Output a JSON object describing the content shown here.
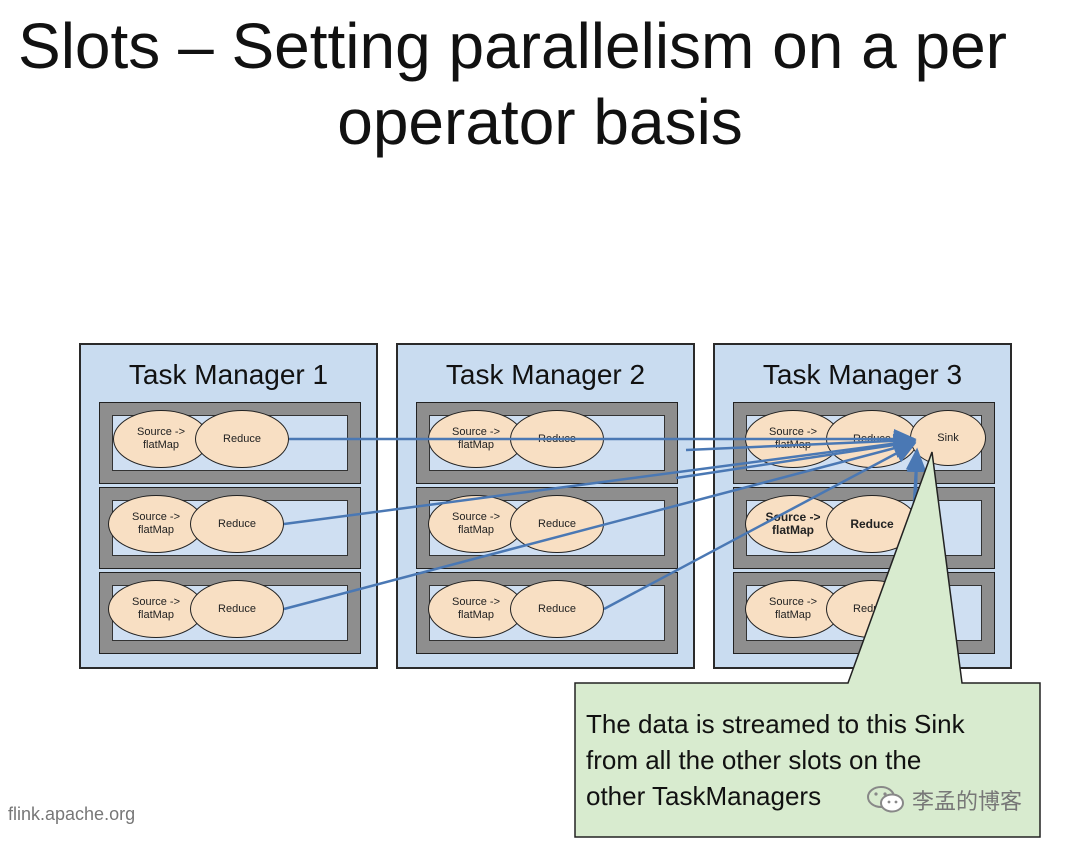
{
  "title": {
    "line1": "Slots – Setting parallelism on a per",
    "line2": "operator basis"
  },
  "task_managers": [
    {
      "label": "Task Manager 1",
      "slots": [
        {
          "ops": [
            {
              "text": "Source -> flatMap"
            },
            {
              "text": "Reduce"
            }
          ]
        },
        {
          "ops": [
            {
              "text": "Source -> flatMap"
            },
            {
              "text": "Reduce"
            }
          ]
        },
        {
          "ops": [
            {
              "text": "Source -> flatMap"
            },
            {
              "text": "Reduce"
            }
          ]
        }
      ]
    },
    {
      "label": "Task Manager 2",
      "slots": [
        {
          "ops": [
            {
              "text": "Source -> flatMap"
            },
            {
              "text": "Reduce"
            }
          ]
        },
        {
          "ops": [
            {
              "text": "Source -> flatMap"
            },
            {
              "text": "Reduce"
            }
          ]
        },
        {
          "ops": [
            {
              "text": "Source -> flatMap"
            },
            {
              "text": "Reduce"
            }
          ]
        }
      ]
    },
    {
      "label": "Task Manager 3",
      "slots": [
        {
          "ops": [
            {
              "text": "Source -> flatMap"
            },
            {
              "text": "Reduce"
            },
            {
              "text": "Sink"
            }
          ]
        },
        {
          "ops": [
            {
              "text": "Source -> flatMap"
            },
            {
              "text": "Reduce"
            }
          ]
        },
        {
          "ops": [
            {
              "text": "Source -> flatMap"
            },
            {
              "text": "Reduce"
            }
          ]
        }
      ]
    }
  ],
  "callout": {
    "line1": "The data is streamed to this Sink",
    "line2": "from all the other slots on the",
    "line3": "other TaskManagers"
  },
  "footer": "flink.apache.org",
  "watermark": "李孟的博客",
  "colors": {
    "tm_fill": "#c9dcf0",
    "operator_fill": "#f8dfc3",
    "arrow": "#4a78b4",
    "callout_fill": "#d8ebcf"
  }
}
